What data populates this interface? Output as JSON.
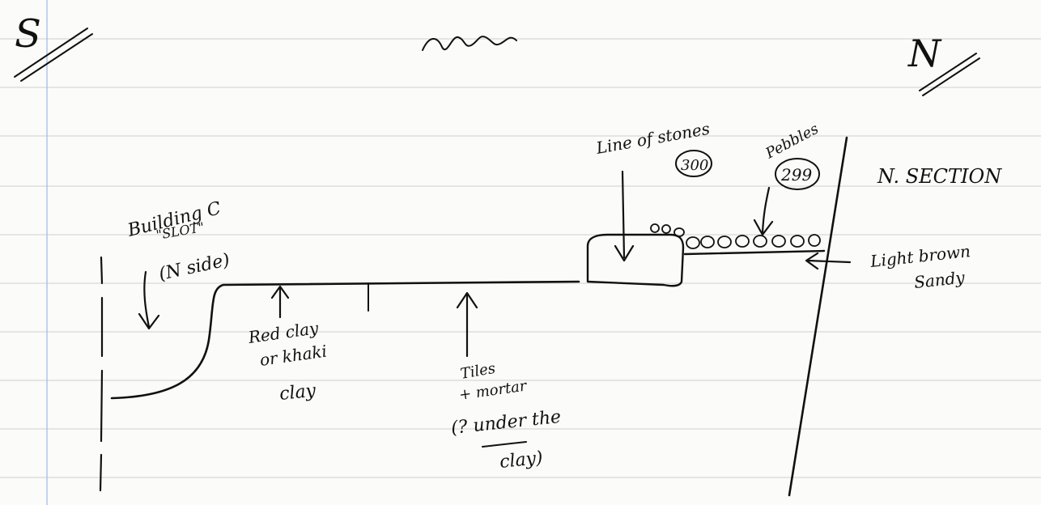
{
  "section_title": "N. SECTION",
  "compass": {
    "south": "S",
    "north": "N"
  },
  "labels": {
    "building": "Building C",
    "slot": "\"SLOT\"",
    "north_side": "(N side)",
    "line_of_stones": "Line of stones",
    "stones_number": "300",
    "pebbles": "Pebbles",
    "pebbles_number": "299",
    "light_brown": "Light brown",
    "sandy": "Sandy",
    "red_clay_1": "Red clay",
    "red_clay_2": "or khaki",
    "red_clay_3": "clay",
    "tiles_1": "Tiles",
    "tiles_2": "+ mortar",
    "tiles_3": "(? under the",
    "tiles_4": "clay)"
  },
  "colors": {
    "paper": "#fbfbfa",
    "rule_line": "#cfcfcf",
    "margin_line": "#9db8e6",
    "ink": "#111111"
  }
}
